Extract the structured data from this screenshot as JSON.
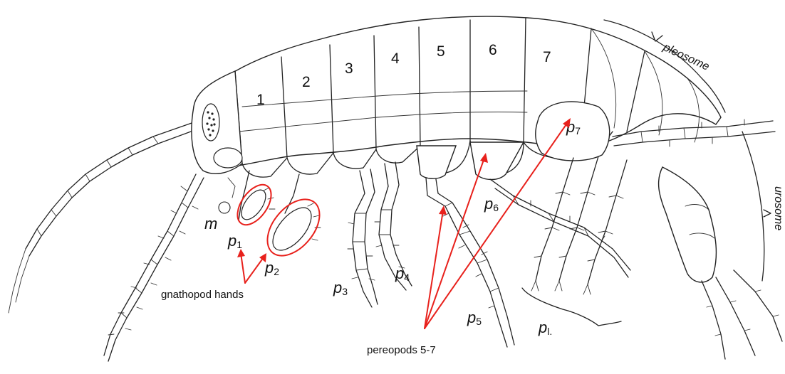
{
  "segment_numbers": [
    "1",
    "2",
    "3",
    "4",
    "5",
    "6",
    "7"
  ],
  "appendage_labels": {
    "m": "m",
    "p1": {
      "letter": "p",
      "sub": "1"
    },
    "p2": {
      "letter": "p",
      "sub": "2"
    },
    "p3": {
      "letter": "p",
      "sub": "3"
    },
    "p4": {
      "letter": "p",
      "sub": "4"
    },
    "p5": {
      "letter": "p",
      "sub": "5"
    },
    "p6": {
      "letter": "p",
      "sub": "6"
    },
    "p7": {
      "letter": "p",
      "sub": "7"
    },
    "pl": {
      "letter": "p",
      "sub": "l."
    }
  },
  "annotations": {
    "gnathopod_hands": "gnathopod hands",
    "pereopods": "pereopods 5-7"
  },
  "region_labels": {
    "pleosome": "pleosome",
    "urosome": "urosome"
  },
  "colors": {
    "annotation": "#e8211c",
    "ink": "#222222"
  }
}
